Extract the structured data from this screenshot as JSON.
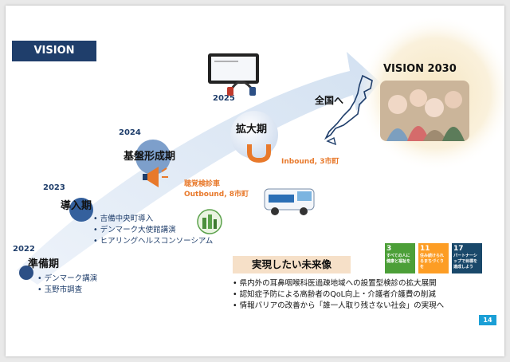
{
  "header": {
    "tag": "VISION"
  },
  "timeline": [
    {
      "year": "2022",
      "stage": "準備期",
      "items": [
        "デンマーク講演",
        "玉野市調査"
      ]
    },
    {
      "year": "2023",
      "stage": "導入期",
      "items": [
        "吉備中央町導入",
        "デンマーク大使館講演",
        "ヒアリングヘルスコンソーシアム"
      ]
    },
    {
      "year": "2024",
      "stage": "基盤形成期",
      "items": [
        "聴覚検診車",
        "Outbound, 8市町"
      ]
    },
    {
      "year": "2025",
      "stage": "拡大期",
      "items": [
        "Inbound, 3市町"
      ]
    }
  ],
  "nationwide": "全国へ",
  "vision2030": "VISION 2030",
  "future": {
    "title": "実現したい未来像",
    "items": [
      "県内外の耳鼻咽喉科医過疎地域への設置型検診の拡大展開",
      "認知症予防による高齢者のQoL向上・介護者介護費の削減",
      "情報バリアの改善から「誰一人取り残さない社会」の実現へ"
    ]
  },
  "sdgs": [
    {
      "number": "3",
      "label": "すべての人に健康と福祉を",
      "color": "#4c9f38"
    },
    {
      "number": "11",
      "label": "住み続けられるまちづくりを",
      "color": "#fd9d24"
    },
    {
      "number": "17",
      "label": "パートナーシップで目標を達成しよう",
      "color": "#19486a"
    }
  ],
  "page_number": "14",
  "colors": {
    "navy": "#1f3e6b",
    "orange": "#e8792b",
    "arrow": "#dce8f5"
  }
}
